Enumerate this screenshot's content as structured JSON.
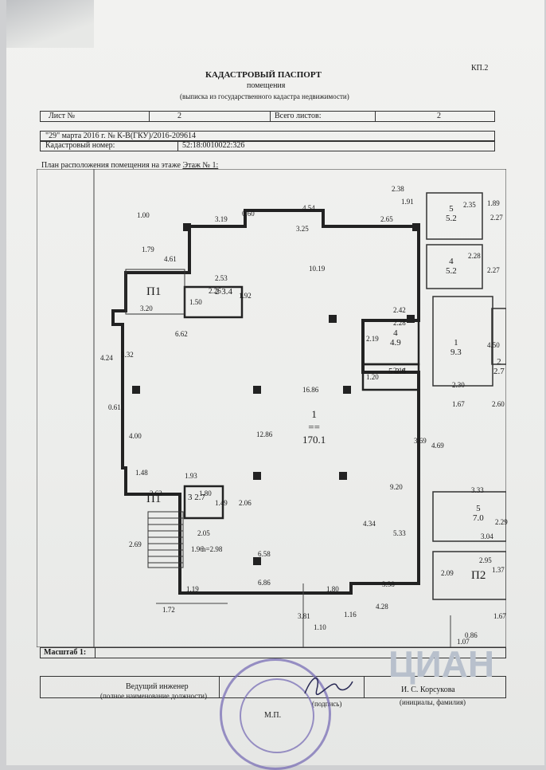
{
  "header": {
    "corner": "КП.2",
    "title": "КАДАСТРОВЫЙ ПАСПОРТ",
    "subtitle": "помещения",
    "note": "(выписка из государственного кадастра недвижимости)"
  },
  "sheet": {
    "label": "Лист №",
    "number": "2",
    "total_label": "Всего листов:",
    "total": "2"
  },
  "doc": {
    "date_line": "\"29\" марта 2016 г. № К-В(ГКУ)/2016-209614",
    "cad_label": "Кадастровый номер:",
    "cad_value": "52:18:0010022:326"
  },
  "plan": {
    "title": "План расположения помещения на этаже",
    "floor": "Этаж № 1:",
    "height": "h=2.98",
    "rooms": [
      {
        "id": "1",
        "area": "170.1"
      },
      {
        "id": "2",
        "area": "3.4"
      },
      {
        "id": "3",
        "area": "2.7"
      },
      {
        "id": "4",
        "area": "4.9"
      },
      {
        "id": "5",
        "area": "2.6"
      }
    ],
    "side_rooms": [
      {
        "id": "5",
        "area": "5.2"
      },
      {
        "id": "4",
        "area": "5.2"
      },
      {
        "id": "1",
        "area": "9.3"
      },
      {
        "id": "2",
        "area": "2.7"
      },
      {
        "id": "5",
        "area": "7.0"
      }
    ],
    "p_labels": [
      "П1",
      "П1",
      "П2"
    ],
    "dims": [
      "3.19",
      "0.60",
      "4.54",
      "2.65",
      "3.25",
      "1.91",
      "2.38",
      "1.00",
      "1.79",
      "4.61",
      "10.19",
      "2.53",
      "2.26",
      "1.50",
      "1.92",
      "3.20",
      "2.42",
      "2.28",
      "2.19",
      "6.62",
      "4.24",
      "3.32",
      "2.14",
      "1.20",
      "16.86",
      "0.61",
      "4.00",
      "12.86",
      "3.69",
      "4.69",
      "1.48",
      "1.93",
      "2.62",
      "1.80",
      "1.49",
      "2.06",
      "9.20",
      "4.34",
      "5.33",
      "2.05",
      "2.69",
      "1.96",
      "6.58",
      "6.86",
      "1.19",
      "1.80",
      "3.38",
      "4.28",
      "1.72",
      "3.81",
      "1.16",
      "1.10",
      "2.35",
      "2.27",
      "1.89",
      "2.28",
      "2.27",
      "4.50",
      "2.30",
      "1.67",
      "2.60",
      "3.33",
      "2.29",
      "3.04",
      "2.95",
      "2.09",
      "1.37",
      "1.07",
      "0.86",
      "1.67"
    ]
  },
  "footer": {
    "scale_label": "Масштаб 1:",
    "role": "Ведущий инженер",
    "role_caption": "(полное наименование должности)",
    "sign_caption": "(подпись)",
    "name": "И. С. Корсукова",
    "name_caption": "(инициалы, фамилия)",
    "seal": "М.П."
  },
  "watermark": "ЦИАН"
}
